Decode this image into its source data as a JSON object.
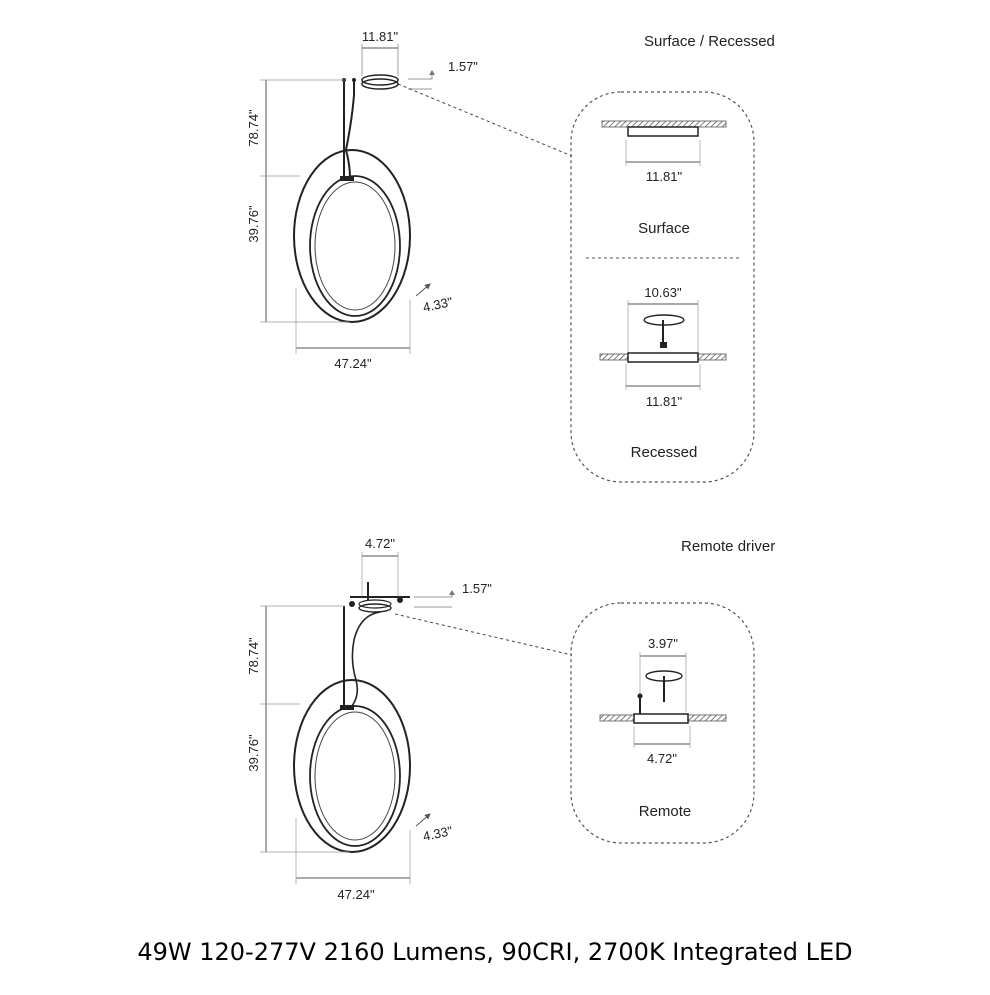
{
  "top": {
    "section_label": "Surface / Recessed",
    "dims": {
      "canopy_width": "11.81\"",
      "canopy_height": "1.57\"",
      "cable_length": "78.74\"",
      "ring_height": "39.76\"",
      "ring_depth": "4.33\"",
      "ring_width": "47.24\""
    },
    "detail": {
      "surface_width": "11.81\"",
      "surface_label": "Surface",
      "recessed_hole": "10.63\"",
      "recessed_width": "11.81\"",
      "recessed_label": "Recessed"
    }
  },
  "bottom": {
    "section_label": "Remote driver",
    "dims": {
      "canopy_width": "4.72\"",
      "canopy_height": "1.57\"",
      "cable_length": "78.74\"",
      "ring_height": "39.76\"",
      "ring_depth": "4.33\"",
      "ring_width": "47.24\""
    },
    "detail": {
      "remote_hole": "3.97\"",
      "remote_width": "4.72\"",
      "remote_label": "Remote"
    }
  },
  "footer": "49W 120-277V 2160 Lumens, 90CRI, 2700K Integrated LED"
}
